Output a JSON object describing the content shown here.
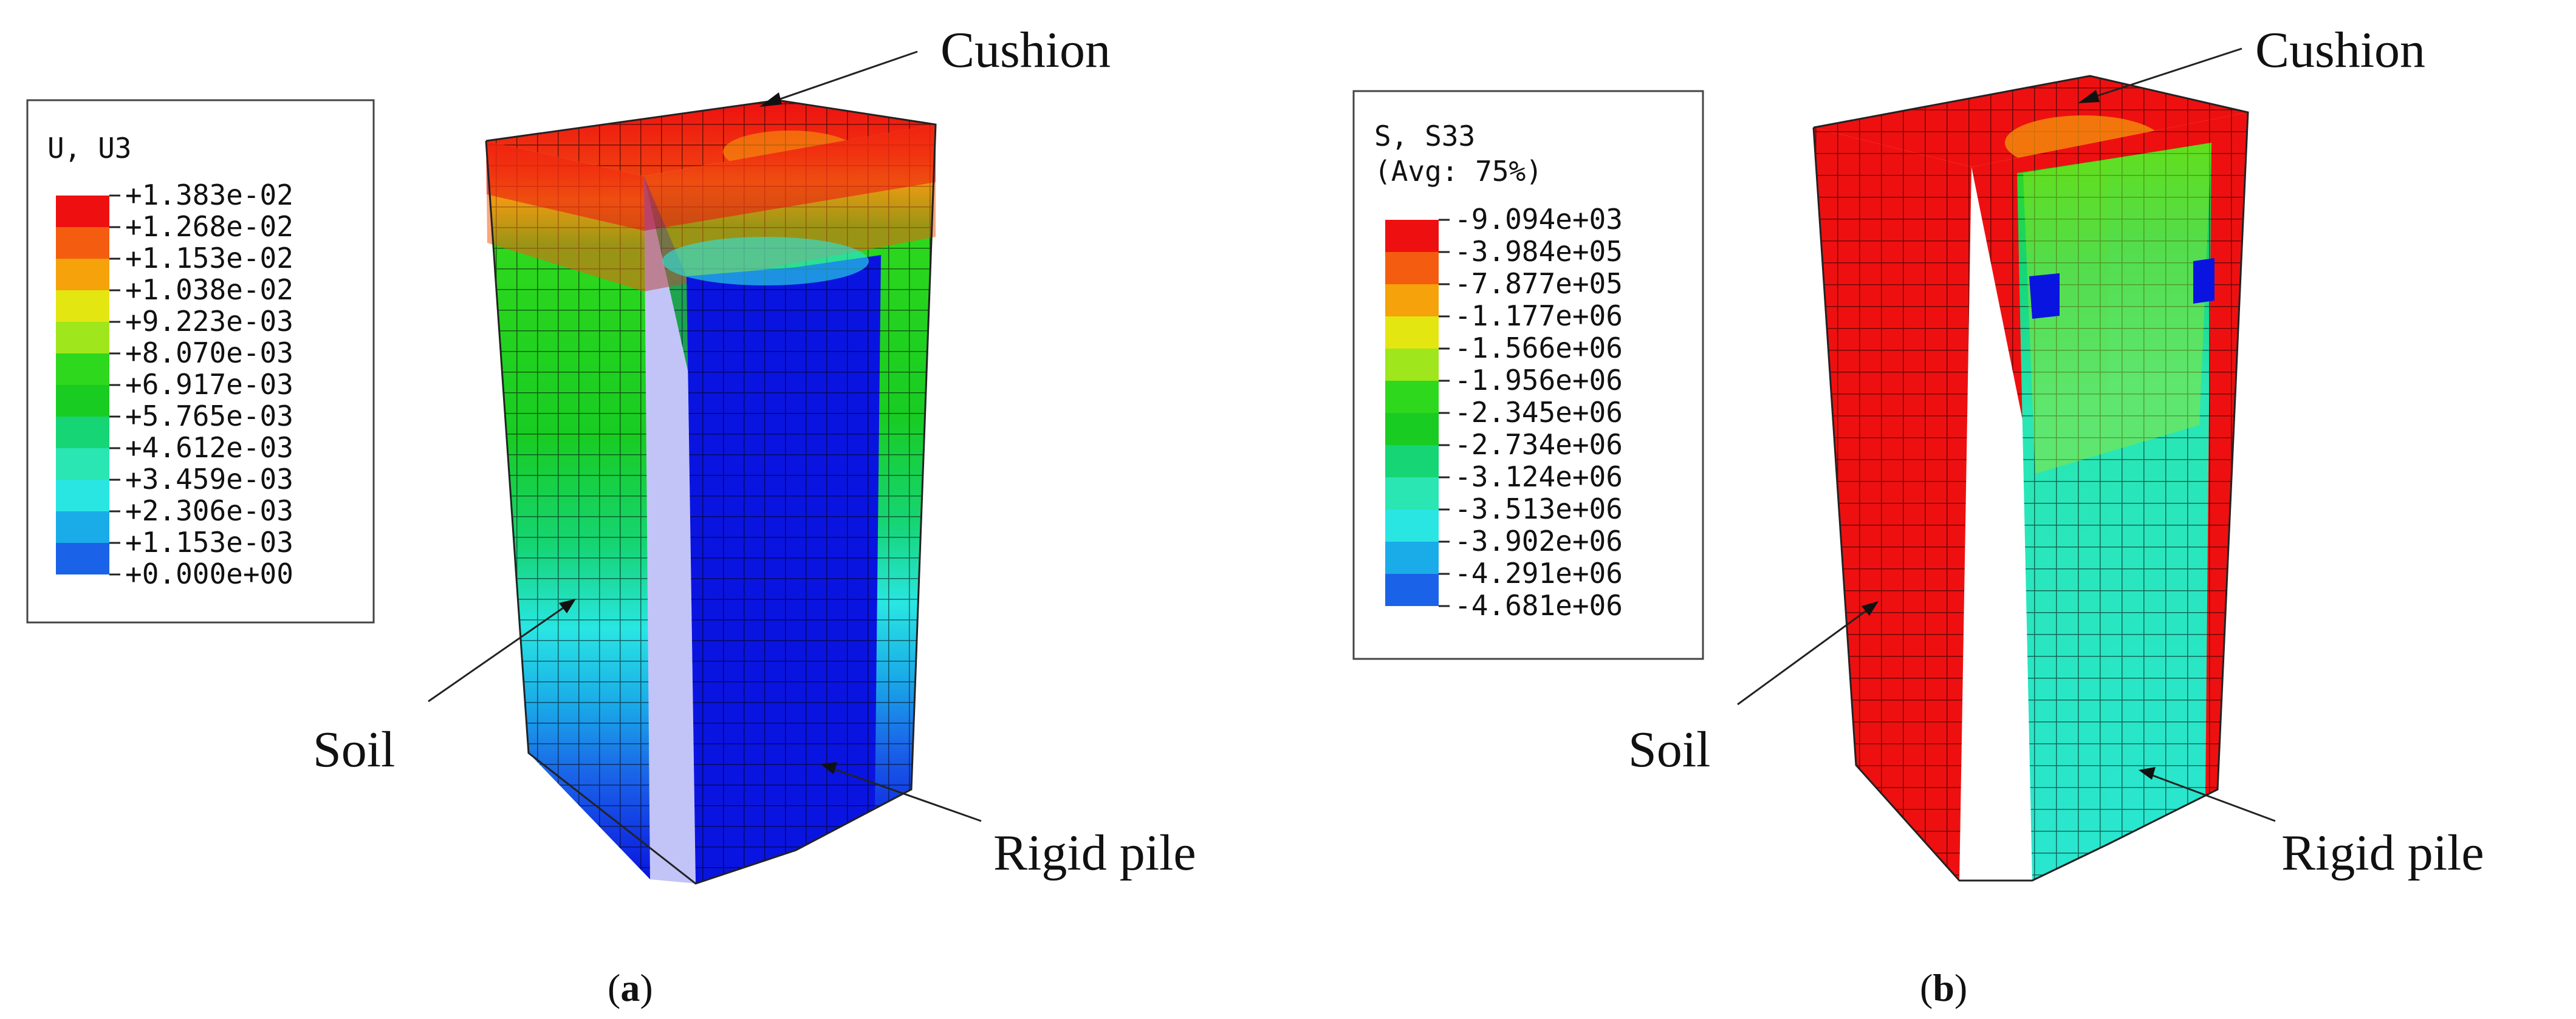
{
  "panel_a": {
    "legend": {
      "title": "U, U3",
      "subtitle": "",
      "levels": [
        "+1.383e-02",
        "+1.268e-02",
        "+1.153e-02",
        "+1.038e-02",
        "+9.223e-03",
        "+8.070e-03",
        "+6.917e-03",
        "+5.765e-03",
        "+4.612e-03",
        "+3.459e-03",
        "+2.306e-03",
        "+1.153e-03",
        "+0.000e+00"
      ],
      "colors": [
        "#ee1010",
        "#f45d10",
        "#f5a20b",
        "#e4e612",
        "#9fe61c",
        "#2ed81d",
        "#18cc22",
        "#15d575",
        "#29e6b3",
        "#29e6e3",
        "#1aace8",
        "#1a63e8",
        "#0a14e0"
      ]
    },
    "labels": {
      "top": "Cushion",
      "left": "Soil",
      "right": "Rigid pile"
    },
    "caption_open": "(",
    "caption_letter": "a",
    "caption_close": ")"
  },
  "panel_b": {
    "legend": {
      "title": "S, S33",
      "subtitle": "(Avg: 75%)",
      "levels": [
        "-9.094e+03",
        "-3.984e+05",
        "-7.877e+05",
        "-1.177e+06",
        "-1.566e+06",
        "-1.956e+06",
        "-2.345e+06",
        "-2.734e+06",
        "-3.124e+06",
        "-3.513e+06",
        "-3.902e+06",
        "-4.291e+06",
        "-4.681e+06"
      ],
      "colors": [
        "#ee1010",
        "#f45d10",
        "#f5a20b",
        "#e4e612",
        "#9fe61c",
        "#2ed81d",
        "#18cc22",
        "#15d575",
        "#29e6b3",
        "#29e6e3",
        "#1aace8",
        "#1a63e8",
        "#0a14e0"
      ]
    },
    "labels": {
      "top": "Cushion",
      "left": "Soil",
      "right": "Rigid pile"
    },
    "caption_open": "(",
    "caption_letter": "b",
    "caption_close": ")"
  }
}
